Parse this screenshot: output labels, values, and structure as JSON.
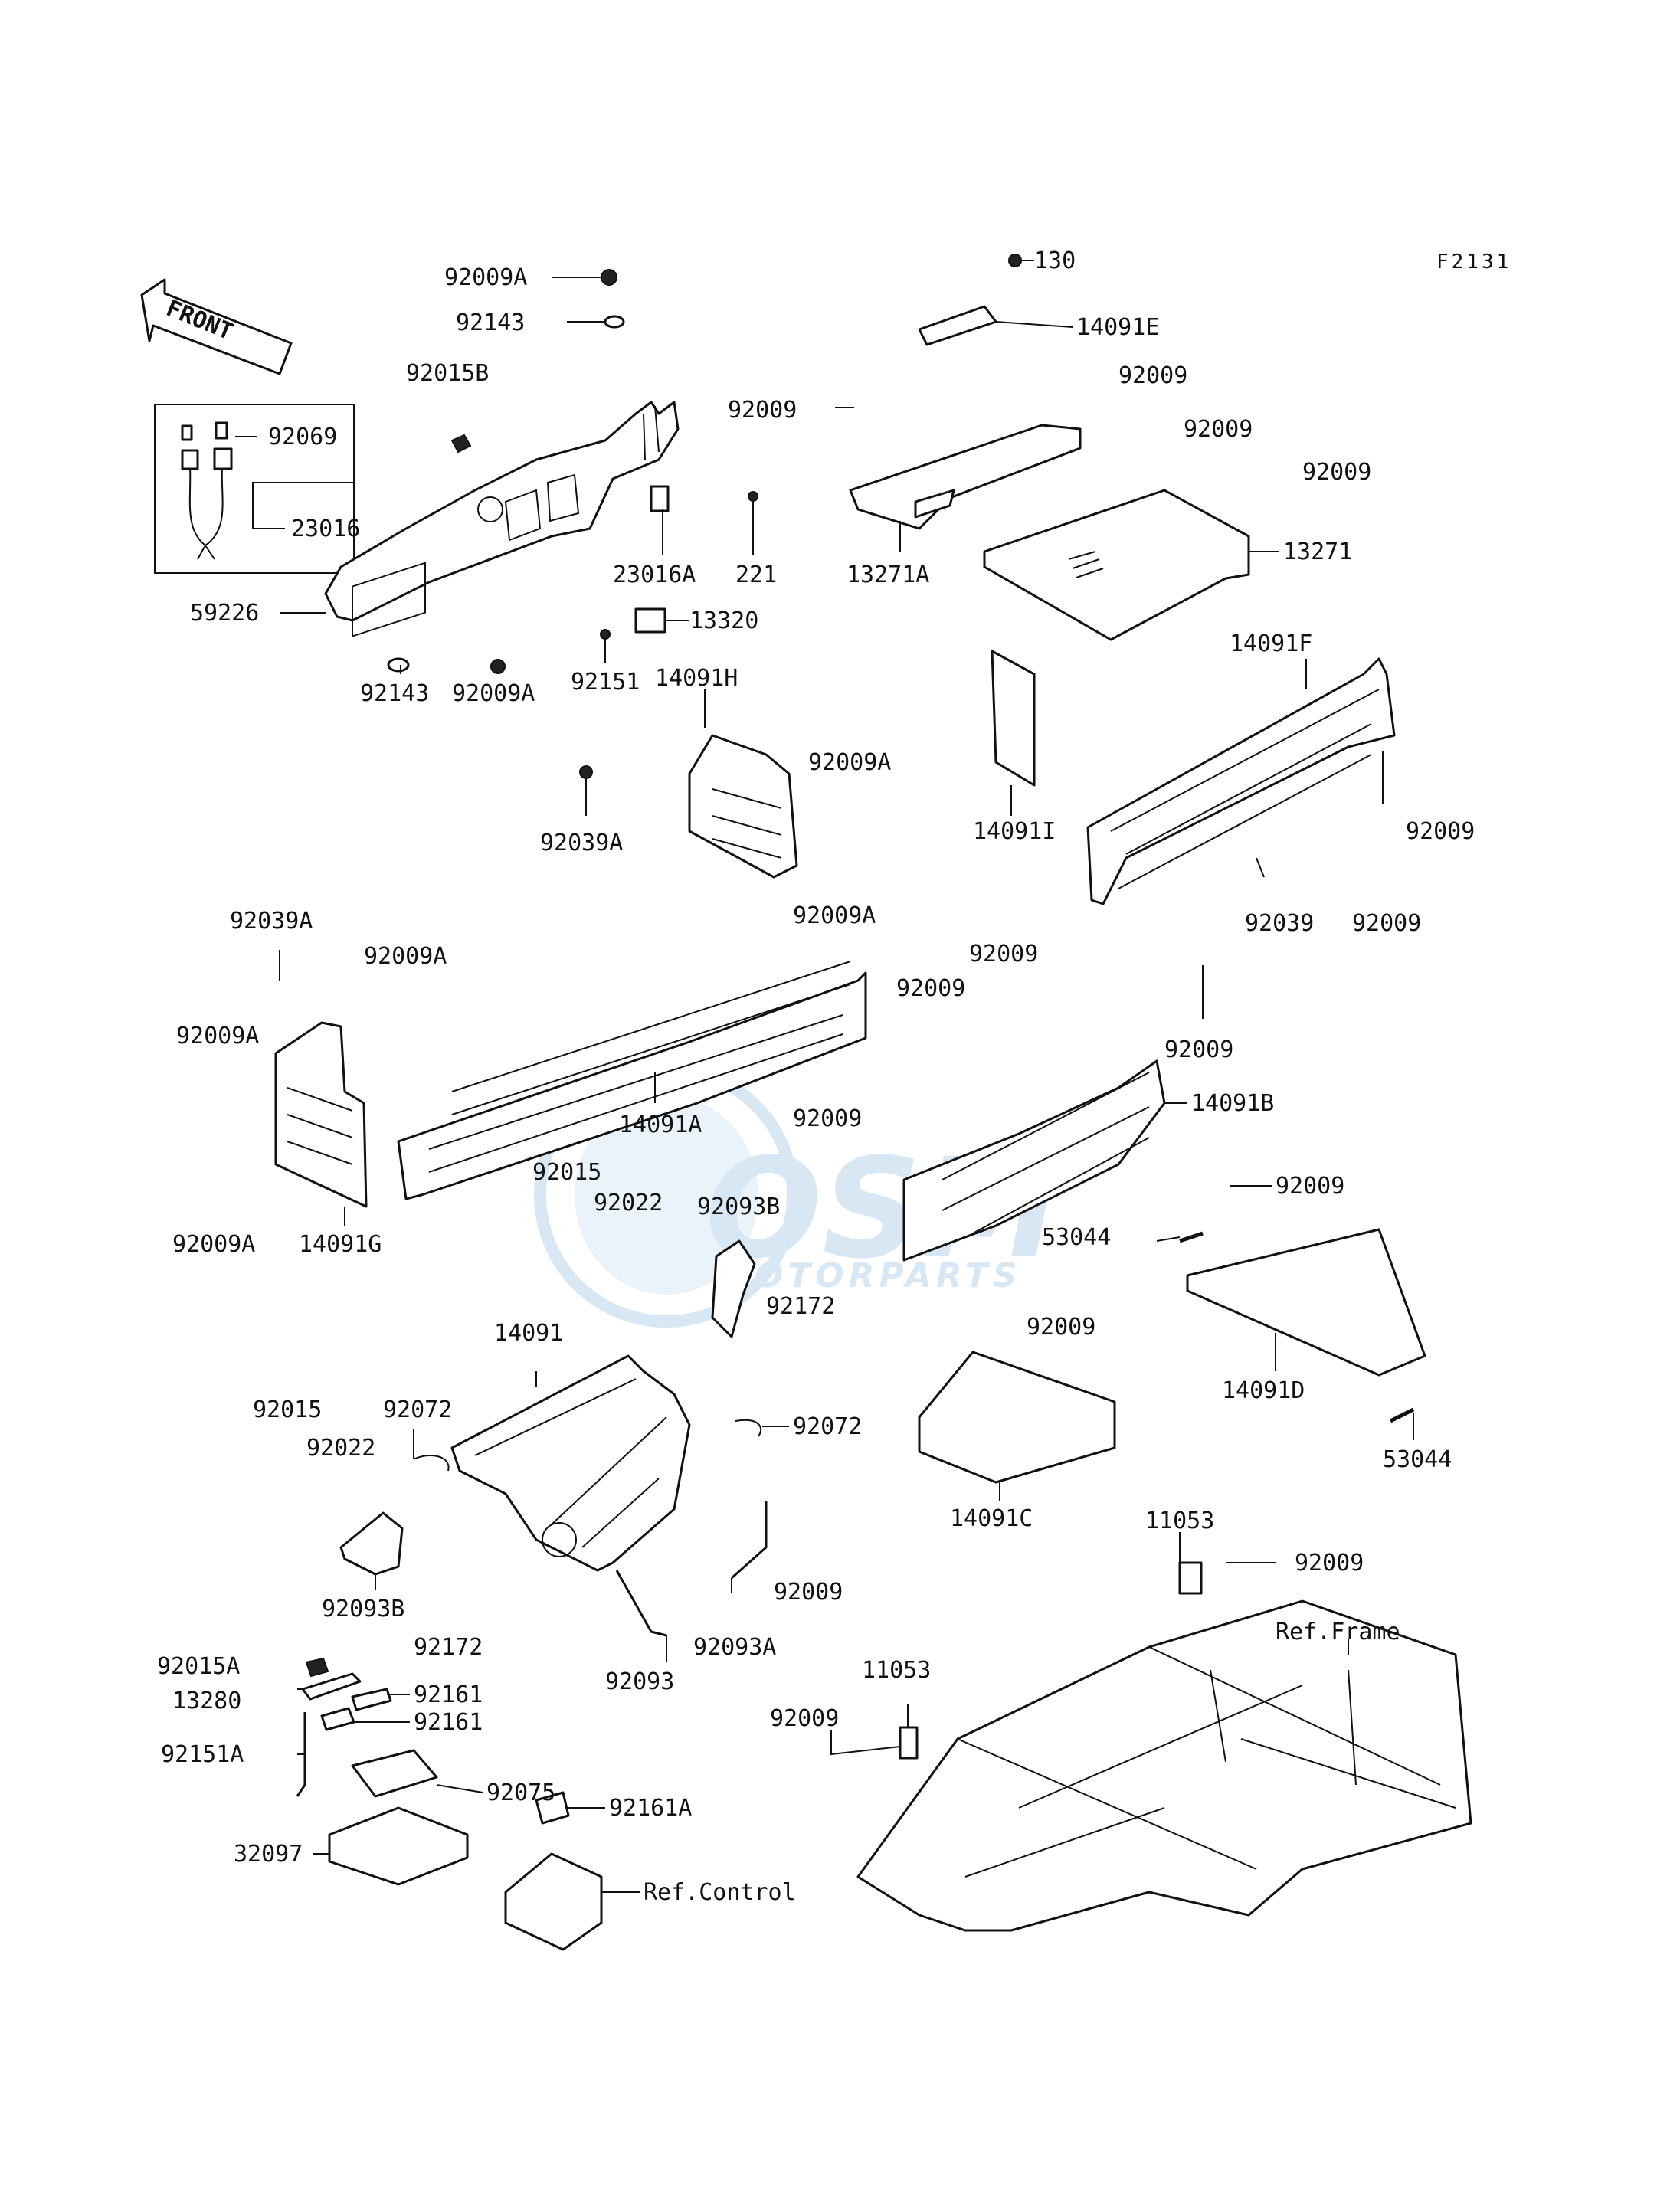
{
  "diagram": {
    "code": "F2131",
    "direction_arrow": "FRONT",
    "watermark": {
      "brand": "OSM",
      "sub": "MOTORPARTS",
      "color": "#2a7fc8"
    }
  },
  "labels": [
    {
      "id": "l_92009A_top",
      "text": "92009A"
    },
    {
      "id": "l_92143_top",
      "text": "92143"
    },
    {
      "id": "l_92015B",
      "text": "92015B"
    },
    {
      "id": "l_92069",
      "text": "92069"
    },
    {
      "id": "l_23016",
      "text": "23016"
    },
    {
      "id": "l_59226",
      "text": "59226"
    },
    {
      "id": "l_23016A",
      "text": "23016A"
    },
    {
      "id": "l_221",
      "text": "221"
    },
    {
      "id": "l_92143_bot",
      "text": "92143"
    },
    {
      "id": "l_92009A_bot",
      "text": "92009A"
    },
    {
      "id": "l_13320",
      "text": "13320"
    },
    {
      "id": "l_92151",
      "text": "92151"
    },
    {
      "id": "l_130",
      "text": "130"
    },
    {
      "id": "l_14091E",
      "text": "14091E"
    },
    {
      "id": "l_92009_a",
      "text": "92009"
    },
    {
      "id": "l_92009_b",
      "text": "92009"
    },
    {
      "id": "l_92009_c",
      "text": "92009"
    },
    {
      "id": "l_92009_d",
      "text": "92009"
    },
    {
      "id": "l_13271A",
      "text": "13271A"
    },
    {
      "id": "l_13271",
      "text": "13271"
    },
    {
      "id": "l_14091H",
      "text": "14091H"
    },
    {
      "id": "l_92009A_c",
      "text": "92009A"
    },
    {
      "id": "l_92039A_a",
      "text": "92039A"
    },
    {
      "id": "l_92009A_d",
      "text": "92009A"
    },
    {
      "id": "l_14091F",
      "text": "14091F"
    },
    {
      "id": "l_14091I",
      "text": "14091I"
    },
    {
      "id": "l_92009_e",
      "text": "92009"
    },
    {
      "id": "l_92039",
      "text": "92039"
    },
    {
      "id": "l_92009_f",
      "text": "92009"
    },
    {
      "id": "l_92009_g",
      "text": "92009"
    },
    {
      "id": "l_92039A_b",
      "text": "92039A"
    },
    {
      "id": "l_92009A_e",
      "text": "92009A"
    },
    {
      "id": "l_92009A_f",
      "text": "92009A"
    },
    {
      "id": "l_92009A_g",
      "text": "92009A"
    },
    {
      "id": "l_14091G",
      "text": "14091G"
    },
    {
      "id": "l_14091A",
      "text": "14091A"
    },
    {
      "id": "l_92009_h",
      "text": "92009"
    },
    {
      "id": "l_92009_i",
      "text": "92009"
    },
    {
      "id": "l_14091B",
      "text": "14091B"
    },
    {
      "id": "l_92009_j",
      "text": "92009"
    },
    {
      "id": "l_92015_a",
      "text": "92015"
    },
    {
      "id": "l_92022_a",
      "text": "92022"
    },
    {
      "id": "l_92093B_a",
      "text": "92093B"
    },
    {
      "id": "l_92172_a",
      "text": "92172"
    },
    {
      "id": "l_92009_k",
      "text": "92009"
    },
    {
      "id": "l_53044_a",
      "text": "53044"
    },
    {
      "id": "l_14091D",
      "text": "14091D"
    },
    {
      "id": "l_53044_b",
      "text": "53044"
    },
    {
      "id": "l_14091",
      "text": "14091"
    },
    {
      "id": "l_92072_a",
      "text": "92072"
    },
    {
      "id": "l_92072_b",
      "text": "92072"
    },
    {
      "id": "l_92015_b",
      "text": "92015"
    },
    {
      "id": "l_92022_b",
      "text": "92022"
    },
    {
      "id": "l_92009_l",
      "text": "92009"
    },
    {
      "id": "l_14091C",
      "text": "14091C"
    },
    {
      "id": "l_92009_m",
      "text": "92009"
    },
    {
      "id": "l_92093B_b",
      "text": "92093B"
    },
    {
      "id": "l_92172_b",
      "text": "92172"
    },
    {
      "id": "l_92093",
      "text": "92093"
    },
    {
      "id": "l_92093A",
      "text": "92093A"
    },
    {
      "id": "l_11053_a",
      "text": "11053"
    },
    {
      "id": "l_92009_n",
      "text": "92009"
    },
    {
      "id": "l_ref_frame",
      "text": "Ref.Frame"
    },
    {
      "id": "l_92015A",
      "text": "92015A"
    },
    {
      "id": "l_13280",
      "text": "13280"
    },
    {
      "id": "l_92161_a",
      "text": "92161"
    },
    {
      "id": "l_92161_b",
      "text": "92161"
    },
    {
      "id": "l_92151A",
      "text": "92151A"
    },
    {
      "id": "l_92075",
      "text": "92075"
    },
    {
      "id": "l_11053_b",
      "text": "11053"
    },
    {
      "id": "l_92009_o",
      "text": "92009"
    },
    {
      "id": "l_92161A",
      "text": "92161A"
    },
    {
      "id": "l_32097",
      "text": "32097"
    },
    {
      "id": "l_ref_control",
      "text": "Ref.Control"
    }
  ]
}
